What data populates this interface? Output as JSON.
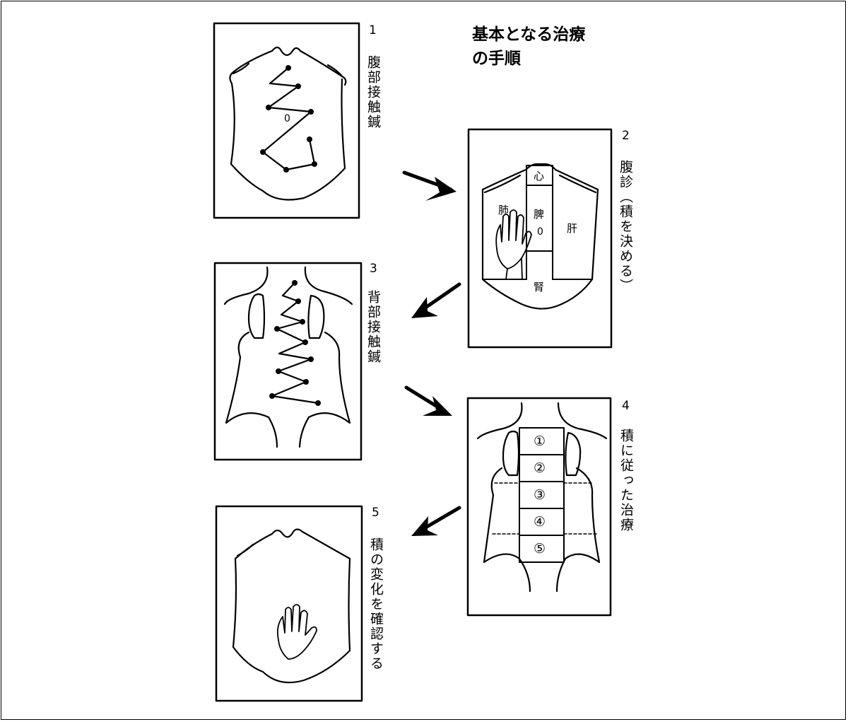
{
  "title": {
    "line1": "基本となる治療",
    "line2": "の手順"
  },
  "steps": [
    {
      "number": "1",
      "label": "腹部接触鍼"
    },
    {
      "number": "2",
      "label": "腹診（積を決める）"
    },
    {
      "number": "3",
      "label": "背部接触鍼"
    },
    {
      "number": "4",
      "label": "積に従った治療"
    },
    {
      "number": "5",
      "label": "積の変化を確認する"
    }
  ],
  "abdomen_zones": {
    "heart": "心",
    "lung": "肺",
    "spleen": "脾",
    "liver": "肝",
    "kidney": "腎"
  },
  "back_segments": [
    "①",
    "②",
    "③",
    "④",
    "⑤"
  ],
  "navel_mark": "0"
}
